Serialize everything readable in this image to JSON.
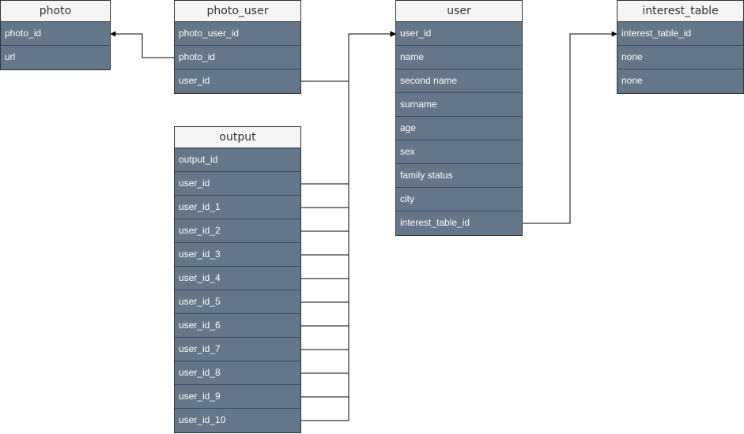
{
  "tables": [
    {
      "id": "photo",
      "title": "photo",
      "fields": [
        "photo_id",
        "url"
      ]
    },
    {
      "id": "photo_user",
      "title": "photo_user",
      "fields": [
        "photo_user_id",
        "photo_id",
        "user_id"
      ]
    },
    {
      "id": "user",
      "title": "user",
      "fields": [
        "user_id",
        "name",
        "second name",
        "surname",
        "age",
        "sex",
        "family status",
        "city",
        "interest_table_id"
      ]
    },
    {
      "id": "interest_table",
      "title": "interest_table",
      "fields": [
        "interest_table_id",
        "none",
        "none"
      ]
    },
    {
      "id": "output",
      "title": "output",
      "fields": [
        "output_id",
        "user_id",
        "user_id_1",
        "user_id_2",
        "user_id_3",
        "user_id_4",
        "user_id_5",
        "user_id_6",
        "user_id_7",
        "user_id_8",
        "user_id_9",
        "user_id_10"
      ]
    }
  ],
  "relations": [
    {
      "from": "photo_user.photo_id",
      "to": "photo.photo_id"
    },
    {
      "from": "photo_user.user_id",
      "to": "user.user_id"
    },
    {
      "from": "output.user_id",
      "to": "user.user_id"
    },
    {
      "from": "output.user_id_1",
      "to": "user.user_id"
    },
    {
      "from": "output.user_id_2",
      "to": "user.user_id"
    },
    {
      "from": "output.user_id_3",
      "to": "user.user_id"
    },
    {
      "from": "output.user_id_4",
      "to": "user.user_id"
    },
    {
      "from": "output.user_id_5",
      "to": "user.user_id"
    },
    {
      "from": "output.user_id_6",
      "to": "user.user_id"
    },
    {
      "from": "output.user_id_7",
      "to": "user.user_id"
    },
    {
      "from": "output.user_id_8",
      "to": "user.user_id"
    },
    {
      "from": "output.user_id_9",
      "to": "user.user_id"
    },
    {
      "from": "output.user_id_10",
      "to": "user.user_id"
    },
    {
      "from": "user.interest_table_id",
      "to": "interest_table.interest_table_id"
    }
  ],
  "colors": {
    "header_bg": "#f5f5f5",
    "row_bg": "#647687",
    "border": "#333333",
    "line": "#000000"
  }
}
